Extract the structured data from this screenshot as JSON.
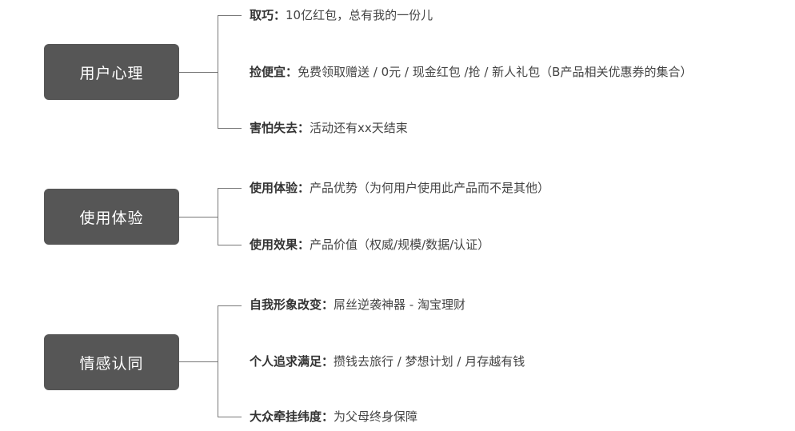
{
  "groups": [
    {
      "title": "用户心理",
      "items": [
        {
          "label": "取巧：",
          "text": "10亿红包，总有我的一份儿"
        },
        {
          "label": "捡便宜：",
          "text": "免费领取赠送 / 0元 / 现金红包 /抢 / 新人礼包（B产品相关优惠券的集合）"
        },
        {
          "label": "害怕失去：",
          "text": "活动还有xx天结束"
        }
      ]
    },
    {
      "title": "使用体验",
      "items": [
        {
          "label": "使用体验：",
          "text": "产品优势（为何用户使用此产品而不是其他）"
        },
        {
          "label": "使用效果：",
          "text": "产品价值（权威/规模/数据/认证）"
        }
      ]
    },
    {
      "title": "情感认同",
      "items": [
        {
          "label": "自我形象改变：",
          "text": "屌丝逆袭神器 - 淘宝理财"
        },
        {
          "label": "个人追求满足：",
          "text": "攒钱去旅行 /  梦想计划 / 月存越有钱"
        },
        {
          "label": "大众牵挂纬度：",
          "text": "为父母终身保障"
        }
      ]
    }
  ]
}
